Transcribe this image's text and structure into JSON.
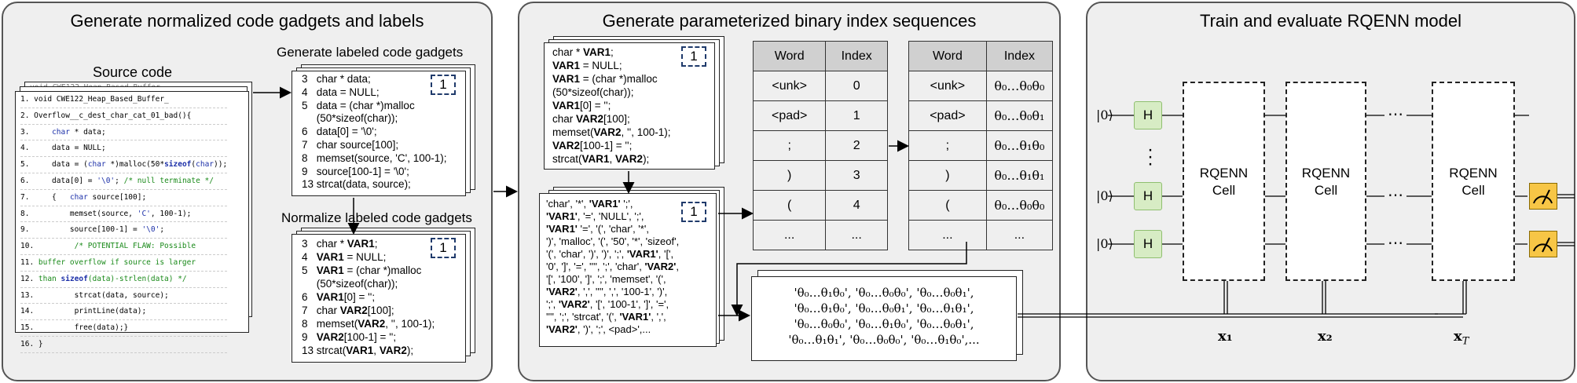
{
  "panels": {
    "p1_title": "Generate normalized code gadgets and labels",
    "p2_title": "Generate parameterized binary index sequences",
    "p3_title": "Train and evaluate RQENN model"
  },
  "p1": {
    "source_label": "Source code",
    "labeled_label": "Generate labeled code gadgets",
    "normalize_label": "Normalize labeled code gadgets",
    "badge": "1",
    "code_lines": [
      {
        "n": "1.",
        "t": "void CWE122_Heap_Based_Buffer_"
      },
      {
        "n": "2.",
        "t": "Overflow__c_dest_char_cat_01_bad(){"
      },
      {
        "n": "3.",
        "t": "    char * data;"
      },
      {
        "n": "4.",
        "t": "    data = NULL;"
      },
      {
        "n": "5.",
        "t": "    data = (char *)malloc(50*sizeof(char));"
      },
      {
        "n": "6.",
        "t": "    data[0] = '\\0'; /* null terminate */"
      },
      {
        "n": "7.",
        "t": "    {   char source[100];"
      },
      {
        "n": "8.",
        "t": "        memset(source, 'C', 100-1);"
      },
      {
        "n": "9.",
        "t": "        source[100-1] = '\\0';"
      },
      {
        "n": "10.",
        "t": "        /* POTENTIAL FLAW: Possible"
      },
      {
        "n": "11.",
        "t": "buffer overflow if source is larger"
      },
      {
        "n": "12.",
        "t": "than sizeof(data)-strlen(data) */"
      },
      {
        "n": "13.",
        "t": "        strcat(data, source);"
      },
      {
        "n": "14.",
        "t": "        printLine(data);"
      },
      {
        "n": "15.",
        "t": "        free(data);}"
      },
      {
        "n": "16.",
        "t": "}"
      }
    ],
    "back_code_hint": "void CWE122_Heap_Based_Buffer_",
    "gadget_lines": [
      "3   char * data;",
      "4   data = NULL;",
      "5   data = (char *)malloc",
      "     (50*sizeof(char));",
      "6   data[0] = '\\0';",
      "7   char source[100];",
      "8   memset(source, 'C', 100-1);",
      "9   source[100-1] = '\\0';",
      "13 strcat(data, source);"
    ],
    "norm_lines": [
      "3   char * VAR1;",
      "4   VAR1 = NULL;",
      "5   VAR1 = (char *)malloc",
      "     (50*sizeof(char));",
      "6   VAR1[0] = '';",
      "7   char VAR2[100];",
      "8   memset(VAR2, '', 100-1);",
      "9   VAR2[100-1] = '';",
      "13 strcat(VAR1, VAR2);"
    ]
  },
  "p2": {
    "badge": "1",
    "gadget_lines": [
      "char * VAR1;",
      "VAR1 = NULL;",
      "VAR1 = (char *)malloc",
      "(50*sizeof(char));",
      "VAR1[0] = '';",
      "char VAR2[100];",
      "memset(VAR2, '', 100-1);",
      "VAR2[100-1] = '';",
      "strcat(VAR1, VAR2);"
    ],
    "token_lines": [
      "'char', '*', 'VAR1' ';',",
      "'VAR1', '=', 'NULL', ';',",
      "'VAR1' '=', '(', 'char', '*',",
      "')', 'malloc', '(', '50', '*', 'sizeof',",
      "'(', 'char', ')', ')', ';', 'VAR1', '[',",
      "'0', ']', '=', '''', ';', 'char', 'VAR2',",
      "'[', '100', ']', ';', 'memset', '(',",
      "'VAR2', ',', '''', ',', '100-1', ')',",
      "';', 'VAR2', '[', '100-1', ']', '=',",
      "'''', ';', 'strcat', '(', 'VAR1', ',',",
      "'VAR2', ')', ';', <pad>',..."
    ],
    "table1": {
      "headers": [
        "Word",
        "Index"
      ],
      "rows": [
        [
          "<unk>",
          "0"
        ],
        [
          "<pad>",
          "1"
        ],
        [
          ";",
          "2"
        ],
        [
          ")",
          "3"
        ],
        [
          "(",
          "4"
        ],
        [
          "...",
          "..."
        ]
      ]
    },
    "table2": {
      "headers": [
        "Word",
        "Index"
      ],
      "rows": [
        [
          "<unk>",
          "θ₀…θ₀θ₀"
        ],
        [
          "<pad>",
          "θ₀…θ₀θ₁"
        ],
        [
          ";",
          "θ₀…θ₁θ₀"
        ],
        [
          ")",
          "θ₀…θ₁θ₁"
        ],
        [
          "(",
          "θ₀…θ₀θ₀"
        ],
        [
          "...",
          "..."
        ]
      ]
    },
    "seq_lines": [
      "'θ₀…θ₁θ₀', 'θ₀…θ₀θ₀', 'θ₀…θ₀θ₁',",
      "'θ₀…θ₁θ₀', 'θ₀…θ₀θ₁', 'θ₀…θ₁θ₁',",
      "'θ₀…θ₀θ₀', 'θ₀…θ₁θ₀', 'θ₀…θ₀θ₁',",
      "'θ₀…θ₁θ₁', 'θ₀…θ₀θ₀', 'θ₀…θ₁θ₀',..."
    ]
  },
  "p3": {
    "ket": "|0⟩",
    "h": "H",
    "cell_label": "RQENN\nCell",
    "x1": "x₁",
    "x2": "x₂",
    "xT": "x_T",
    "dots": "⋯"
  }
}
